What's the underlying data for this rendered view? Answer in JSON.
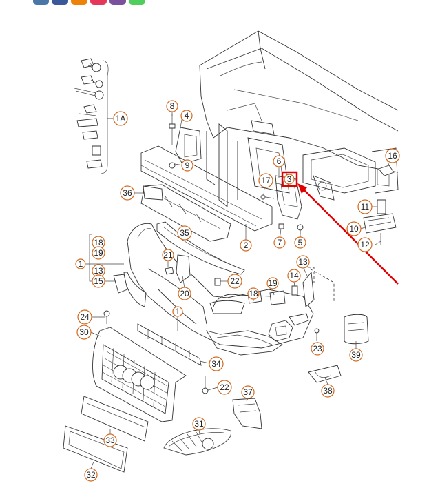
{
  "share_buttons": [
    {
      "icon": "vk-icon",
      "color": "#4a76a8"
    },
    {
      "icon": "facebook-icon",
      "color": "#3b5998"
    },
    {
      "icon": "odnoklassniki-icon",
      "color": "#ee8208"
    },
    {
      "icon": "moimir-icon",
      "color": "#e6365a"
    },
    {
      "icon": "viber-icon",
      "color": "#7b519d"
    },
    {
      "icon": "whatsapp-icon",
      "color": "#4fce5d"
    }
  ],
  "highlight_color": "#e00000",
  "callout_color": "#d2691e",
  "callouts": {
    "c1a": "1A",
    "c8": "8",
    "c4": "4",
    "c9": "9",
    "c6": "6",
    "c3": "3",
    "c16": "16",
    "c36": "36",
    "c17": "17",
    "c11": "11",
    "c10": "10",
    "c12": "12",
    "c35": "35",
    "c2a": "2",
    "c7": "7",
    "c5": "5",
    "c18a": "18",
    "c19a": "19",
    "c1b": "1",
    "c13a": "13",
    "c15": "15",
    "c21": "21",
    "c22a": "22",
    "c13b": "13",
    "c20": "20",
    "c18b": "18",
    "c19b": "19",
    "c14": "14",
    "c24": "24",
    "c1c": "1",
    "c30": "30",
    "c23": "23",
    "c39": "39",
    "c34": "34",
    "c38": "38",
    "c22b": "22",
    "c37": "37",
    "c31": "31",
    "c33": "33",
    "c32": "32"
  }
}
